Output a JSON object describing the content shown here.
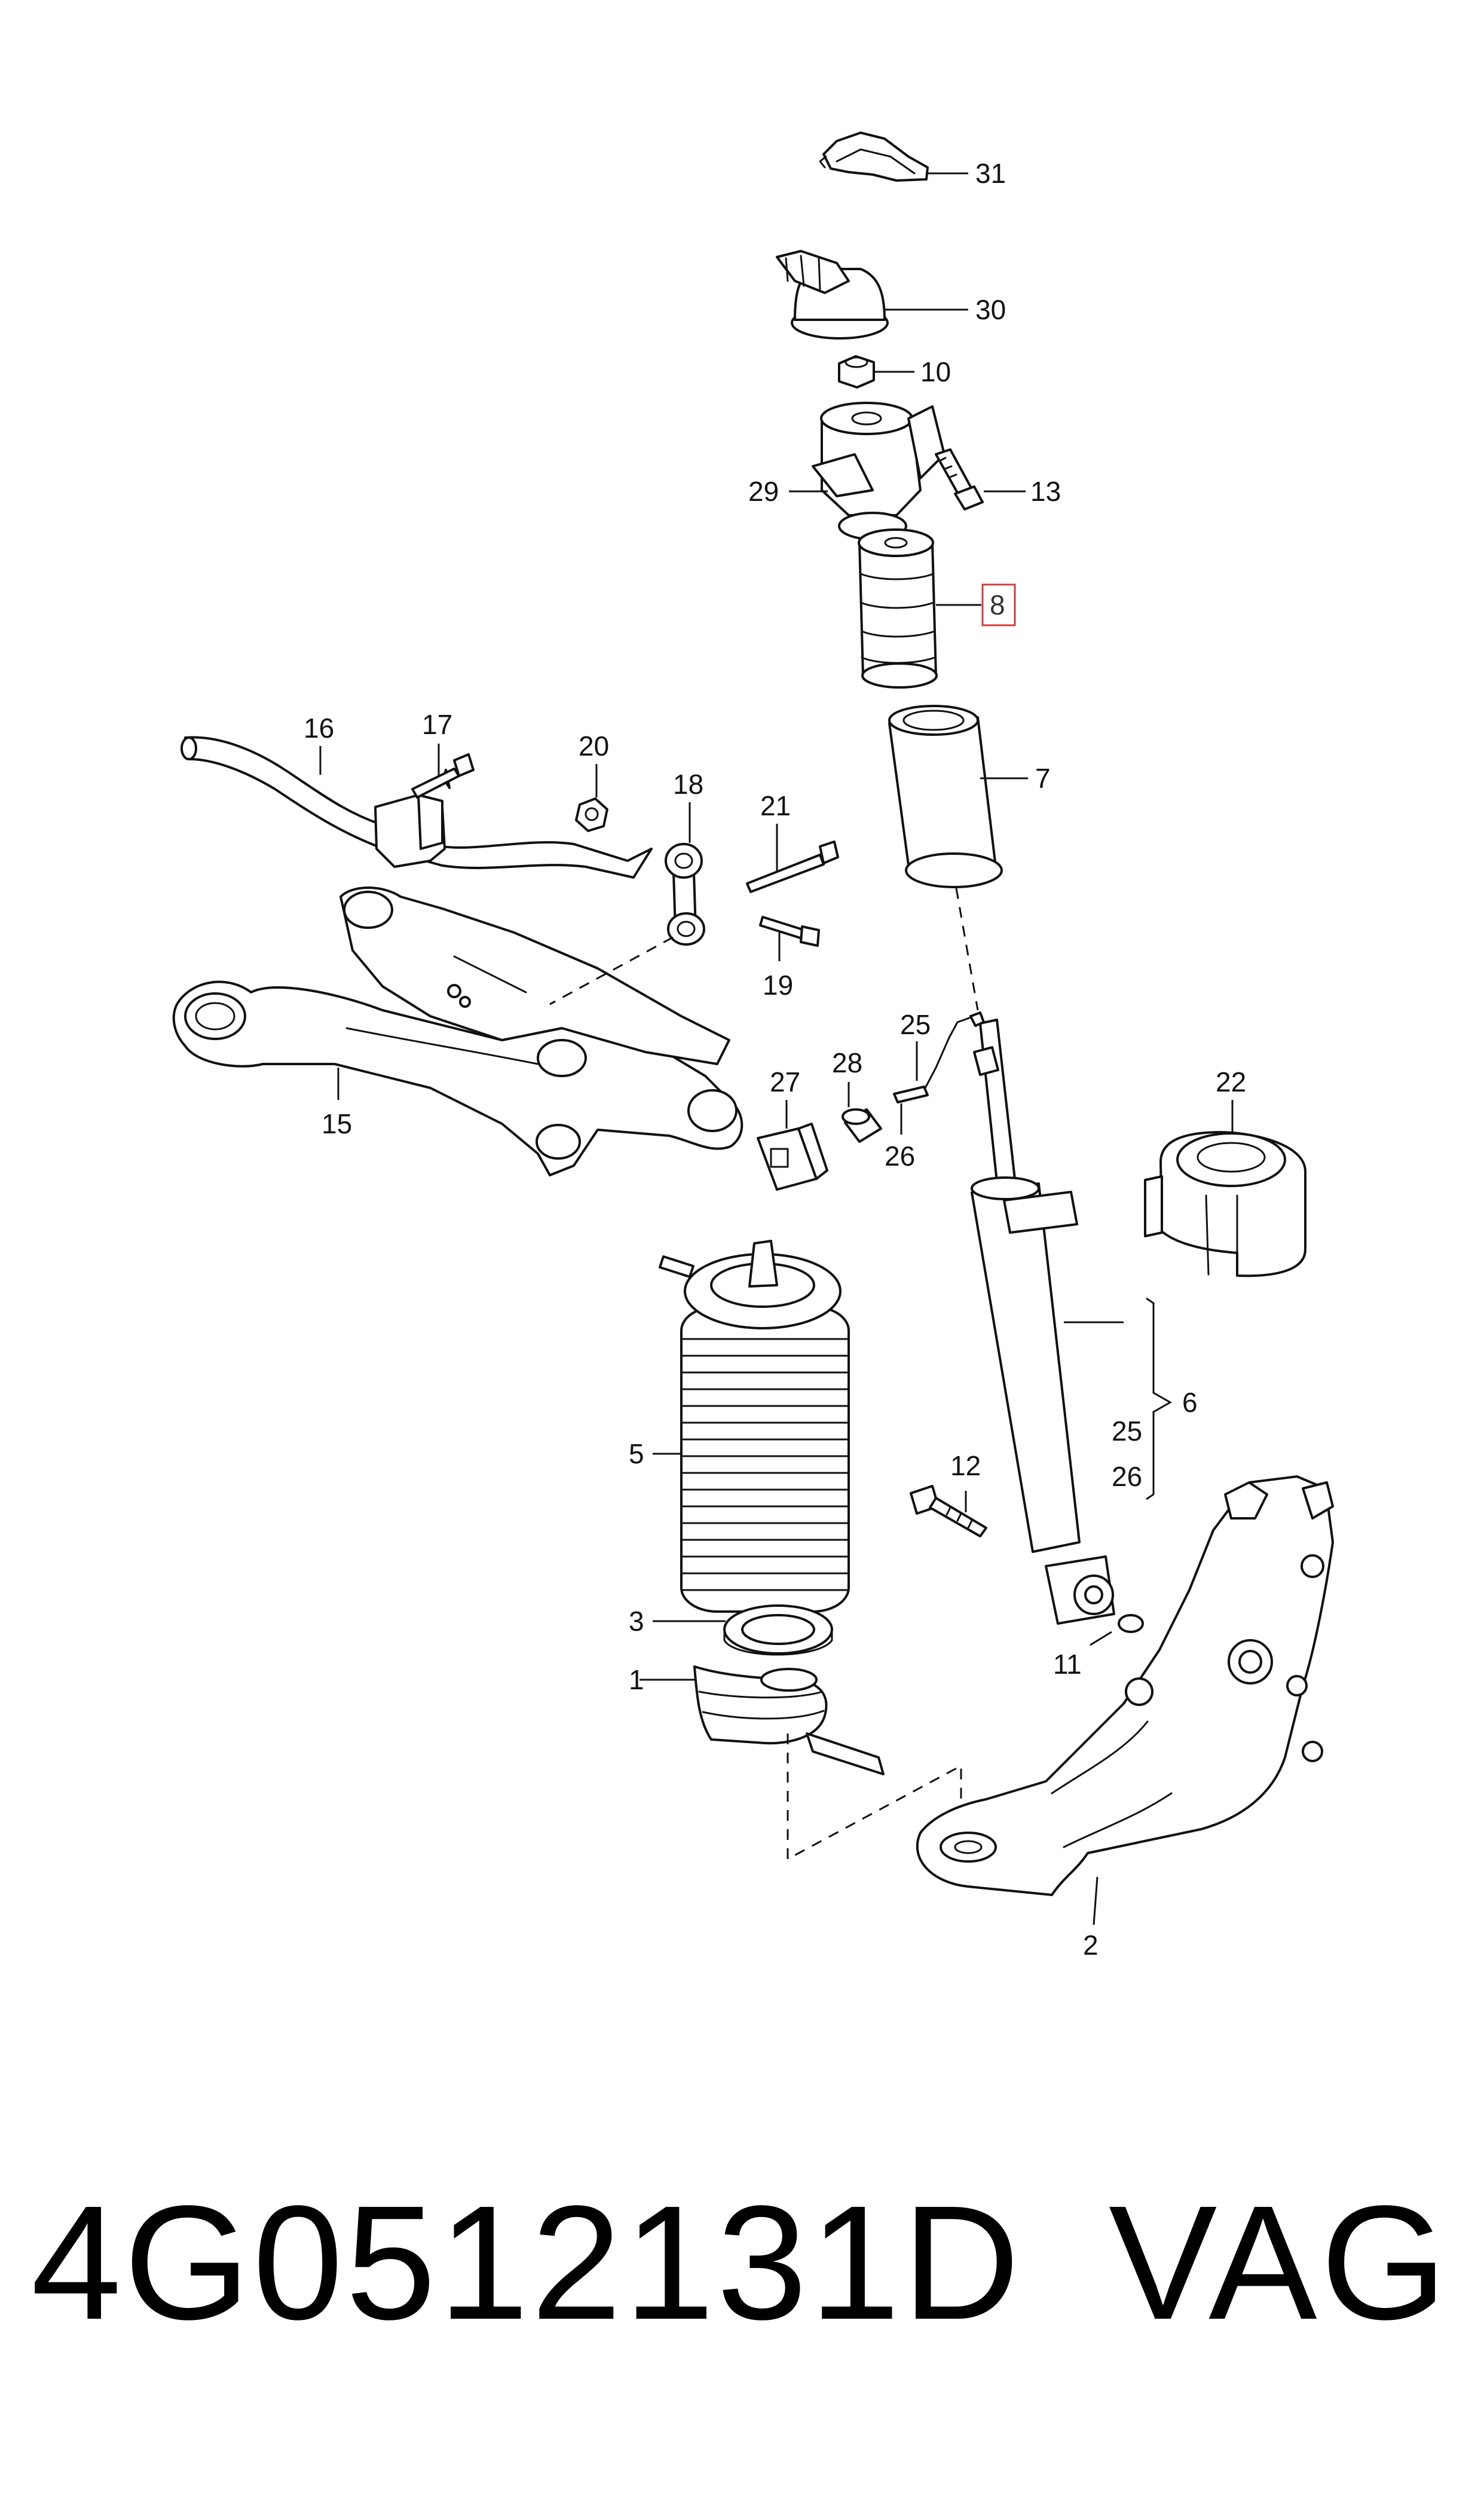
{
  "callouts": {
    "c1": "1",
    "c2": "2",
    "c3": "3",
    "c5": "5",
    "c6": "6",
    "c7": "7",
    "c8": "8",
    "c10": "10",
    "c11": "11",
    "c12": "12",
    "c13": "13",
    "c15": "15",
    "c16": "16",
    "c17": "17",
    "c18": "18",
    "c19": "19",
    "c20": "20",
    "c21": "21",
    "c22": "22",
    "c25a": "25",
    "c25b": "25",
    "c26a": "26",
    "c26b": "26",
    "c27": "27",
    "c28": "28",
    "c29": "29",
    "c30": "30",
    "c31": "31"
  },
  "highlighted_callout": "8",
  "footer": {
    "part_number": "4G0512131D",
    "brand": "VAG"
  }
}
